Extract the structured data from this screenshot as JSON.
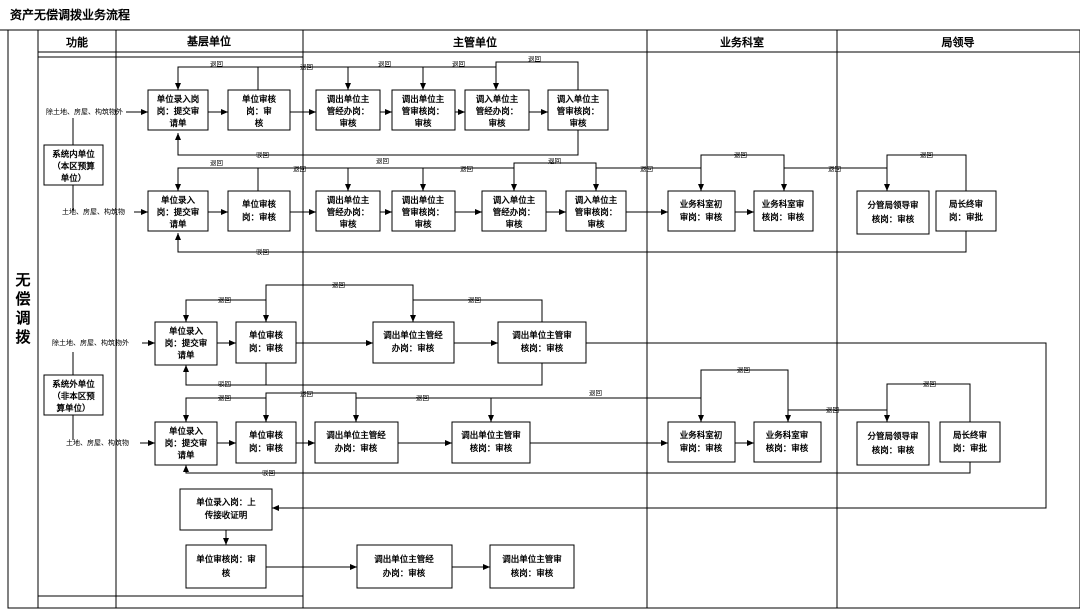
{
  "title": "资产无偿调拨业务流程",
  "headers": {
    "func": "功能",
    "base": "基层单位",
    "main": "主管单位",
    "dept": "业务科室",
    "leader": "局领导"
  },
  "side_label": [
    "无",
    "偿",
    "调",
    "拨"
  ],
  "group_in": [
    "系统内单位",
    "（本区预算",
    "单位）"
  ],
  "group_out": [
    "系统外单位",
    "（非本区预",
    "算单位）"
  ],
  "row_labels": {
    "r1": "除土地、房屋、构筑物外",
    "r2": "土地、房屋、构筑物",
    "r3": "除土地、房屋、构筑物外",
    "r4": "土地、房屋、构筑物"
  },
  "return_label": "退回",
  "reject_label": "驳回",
  "boxes": {
    "r1b1": [
      "单位录入岗",
      "岗：提交审",
      "请单"
    ],
    "r1b2": [
      "单位审核",
      "岗：审",
      "核"
    ],
    "r1b3": [
      "调出单位主",
      "管经办岗：",
      "审核"
    ],
    "r1b4": [
      "调出单位主",
      "管审核岗：",
      "审核"
    ],
    "r1b5": [
      "调入单位主",
      "管经办岗：",
      "审核"
    ],
    "r1b6": [
      "调入单位主",
      "管审核岗：",
      "审核"
    ],
    "r2b1": [
      "单位录入",
      "岗：提交审",
      "请单"
    ],
    "r2b2": [
      "单位审核",
      "岗：审核"
    ],
    "r2b3": [
      "调出单位主",
      "管经办岗：",
      "审核"
    ],
    "r2b4": [
      "调出单位主",
      "管审核岗：",
      "审核"
    ],
    "r2b5": [
      "调入单位主",
      "管经办岗：",
      "审核"
    ],
    "r2b6": [
      "调入单位主",
      "管审核岗：",
      "审核"
    ],
    "r2b7": [
      "业务科室初",
      "审岗：审核"
    ],
    "r2b8": [
      "业务科室审",
      "核岗：审核"
    ],
    "r2b9": [
      "分管局领导审",
      "核岗：审核"
    ],
    "r2b10": [
      "局长终审",
      "岗：审批"
    ],
    "r3b1": [
      "单位录入",
      "岗：提交审",
      "请单"
    ],
    "r3b2": [
      "单位审核",
      "岗：审核"
    ],
    "r3b3": [
      "调出单位主管经",
      "办岗：审核"
    ],
    "r3b4": [
      "调出单位主管审",
      "核岗：审核"
    ],
    "r4b1": [
      "单位录入",
      "岗：提交审",
      "请单"
    ],
    "r4b2": [
      "单位审核",
      "岗：审核"
    ],
    "r4b3": [
      "调出单位主管经",
      "办岗：审核"
    ],
    "r4b4": [
      "调出单位主管审",
      "核岗：审核"
    ],
    "r4b5": [
      "业务科室初",
      "审岗：审核"
    ],
    "r4b6": [
      "业务科室审",
      "核岗：审核"
    ],
    "r4b7": [
      "分管局领导审",
      "核岗：审核"
    ],
    "r4b8": [
      "局长终审",
      "岗：审批"
    ],
    "r5b1": [
      "单位录入岗：上",
      "传接收证明"
    ],
    "r6b1": [
      "单位审核岗：审",
      "核"
    ],
    "r6b2": [
      "调出单位主管经",
      "办岗：审核"
    ],
    "r6b3": [
      "调出单位主管审",
      "核岗：审核"
    ]
  }
}
